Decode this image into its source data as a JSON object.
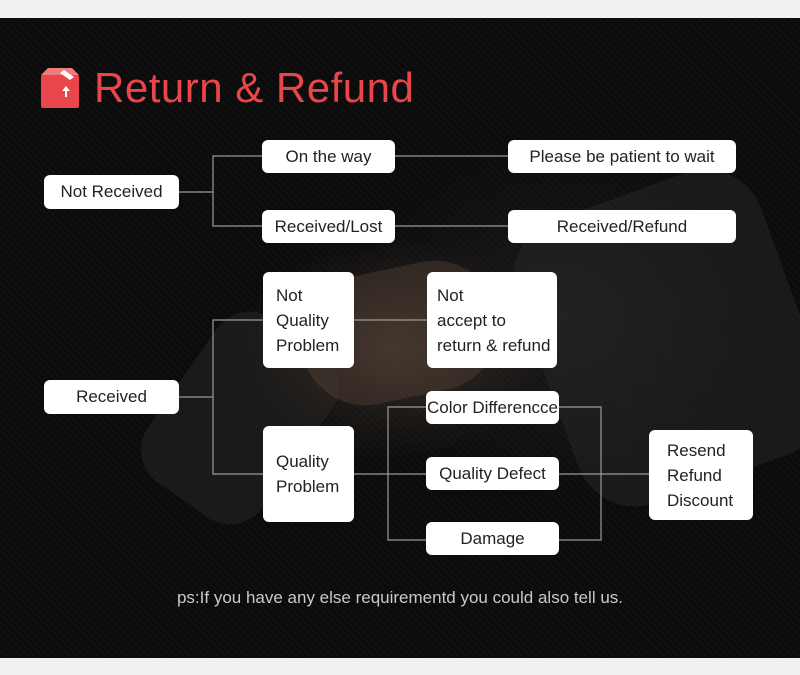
{
  "title": "Return & Refund",
  "nodes": {
    "not_received": "Not Received",
    "on_the_way": "On the way",
    "please_wait": "Please be patient to wait",
    "received_lost": "Received/Lost",
    "received_refund": "Received/Refund",
    "received": "Received",
    "not_quality_problem": [
      "Not",
      "Quality",
      "Problem"
    ],
    "not_accept": [
      "Not",
      "accept to",
      "return & refund"
    ],
    "quality_problem": [
      "Quality",
      "Problem"
    ],
    "color_difference": "Color Differencce",
    "quality_defect": "Quality Defect",
    "damage": "Damage",
    "resolution": [
      "Resend",
      "Refund",
      "Discount"
    ]
  },
  "note": "ps:If you have any else requirementd you could also tell us.",
  "colors": {
    "accent": "#e8464b",
    "line": "#9a9a9a",
    "box": "#ffffff"
  },
  "icons": {
    "title": "package-box-icon"
  }
}
